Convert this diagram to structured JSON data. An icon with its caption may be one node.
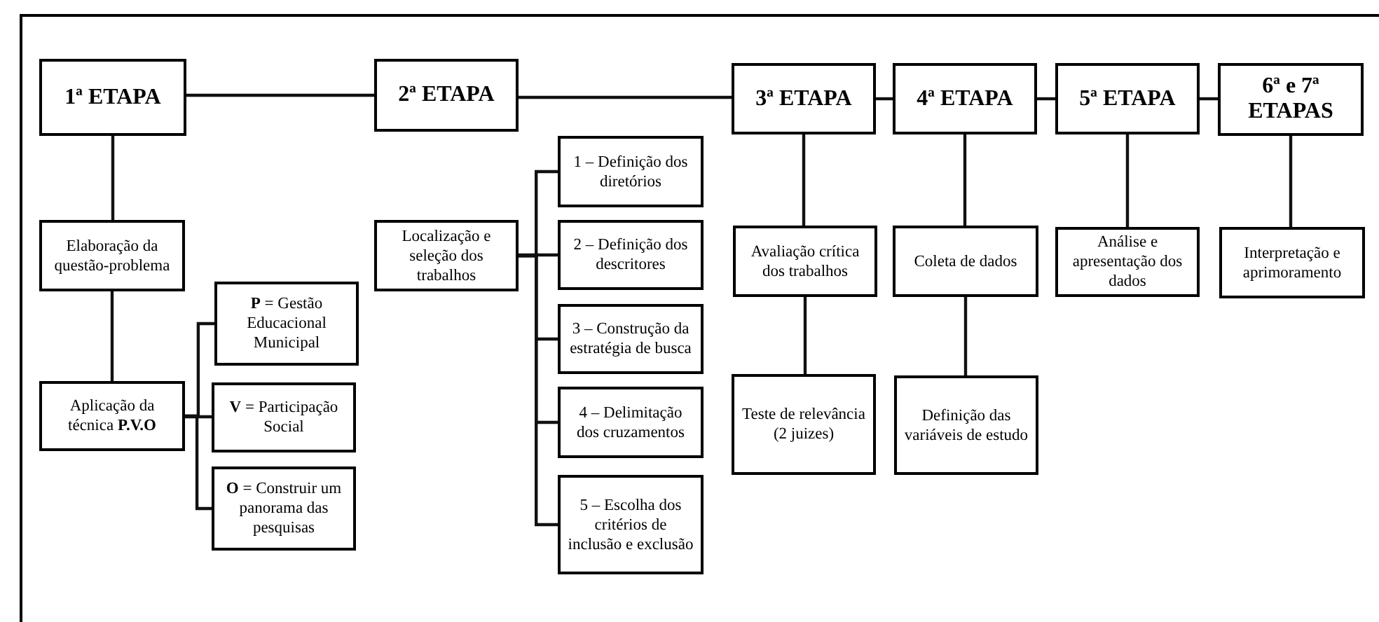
{
  "diagram": {
    "nodes": [
      {
        "text": [
          "1ª ETAPA"
        ]
      },
      {
        "text": [
          "2ª ETAPA"
        ]
      },
      {
        "text": [
          "3ª ETAPA"
        ]
      },
      {
        "text": [
          "4ª ETAPA"
        ]
      },
      {
        "text": [
          "5ª ETAPA"
        ]
      },
      {
        "text": [
          "6ª e 7ª ETAPAS"
        ]
      },
      {
        "text": [
          "Elaboração da questão-problema"
        ]
      },
      {
        "text": [
          "Aplicação da técnica **P.V.O**"
        ]
      },
      {
        "text": [
          "**P** = Gestão Educacional Municipal"
        ]
      },
      {
        "text": [
          "**V** = Participação Social"
        ]
      },
      {
        "text": [
          "**O** = Construir um panorama das pesquisas"
        ]
      },
      {
        "text": [
          "Localização e seleção dos trabalhos"
        ]
      },
      {
        "text": [
          "1 – Definição dos diretórios"
        ]
      },
      {
        "text": [
          "2 – Definição dos descritores"
        ]
      },
      {
        "text": [
          "3 – Construção da estratégia de busca"
        ]
      },
      {
        "text": [
          "4 – Delimitação dos cruzamentos"
        ]
      },
      {
        "text": [
          "5 – Escolha dos critérios de inclusão e exclusão"
        ]
      },
      {
        "text": [
          "Avaliação crítica dos trabalhos"
        ]
      },
      {
        "text": [
          "Teste de relevância (2 juizes)"
        ]
      },
      {
        "text": [
          "Coleta de dados"
        ]
      },
      {
        "text": [
          "Definição das variáveis de estudo"
        ]
      },
      {
        "text": [
          "Análise e apresentação dos dados"
        ]
      },
      {
        "text": [
          "Interpretação e aprimoramento"
        ]
      }
    ],
    "edges": [
      {
        "from": 0,
        "to": 1,
        "arrow": "none"
      },
      {
        "from": 1,
        "to": 2,
        "arrow": "none"
      },
      {
        "from": 2,
        "to": 3,
        "arrow": "none"
      },
      {
        "from": 3,
        "to": 4,
        "arrow": "none"
      },
      {
        "from": 4,
        "to": 5,
        "arrow": "none"
      },
      {
        "from": 0,
        "to": 6,
        "arrow": "none"
      },
      {
        "from": 6,
        "to": 7,
        "arrow": "none"
      },
      {
        "from": 7,
        "to": 8,
        "arrow": "none"
      },
      {
        "from": 7,
        "to": 9,
        "arrow": "none"
      },
      {
        "from": 7,
        "to": 10,
        "arrow": "none"
      },
      {
        "from": 11,
        "to": 12,
        "arrow": "none"
      },
      {
        "from": 11,
        "to": 13,
        "arrow": "none"
      },
      {
        "from": 11,
        "to": 14,
        "arrow": "none"
      },
      {
        "from": 11,
        "to": 15,
        "arrow": "none"
      },
      {
        "from": 11,
        "to": 16,
        "arrow": "none"
      },
      {
        "from": 2,
        "to": 17,
        "arrow": "none"
      },
      {
        "from": 17,
        "to": 18,
        "arrow": "none"
      },
      {
        "from": 3,
        "to": 19,
        "arrow": "none"
      },
      {
        "from": 19,
        "to": 20,
        "arrow": "none"
      },
      {
        "from": 4,
        "to": 21,
        "arrow": "none"
      },
      {
        "from": 5,
        "to": 22,
        "arrow": "none"
      }
    ]
  }
}
